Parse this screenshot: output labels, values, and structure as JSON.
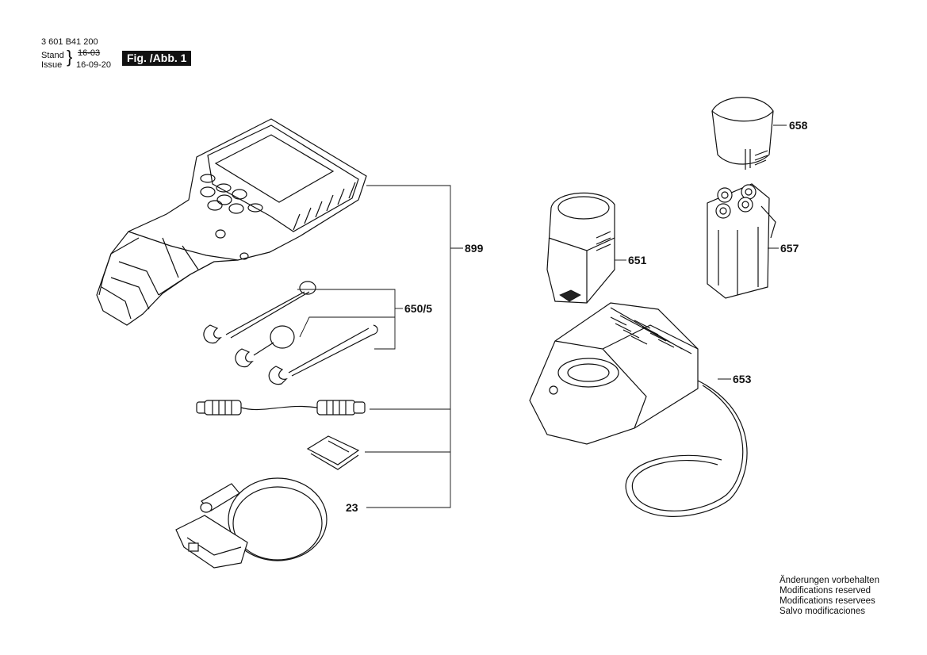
{
  "header": {
    "part_number": "3 601 B41 200",
    "stand_label": "Stand",
    "issue_label": "Issue",
    "old_date": "16-03",
    "issue_date": "16-09-20",
    "figure_label": "Fig. /Abb. 1"
  },
  "callouts": {
    "c899": "899",
    "c650": "650/5",
    "c23": "23",
    "c658": "658",
    "c651": "651",
    "c657": "657",
    "c653": "653"
  },
  "notes": {
    "line1": "Änderungen vorbehalten",
    "line2": "Modifications reserved",
    "line3": "Modifications reservees",
    "line4": "Salvo modificaciones"
  }
}
